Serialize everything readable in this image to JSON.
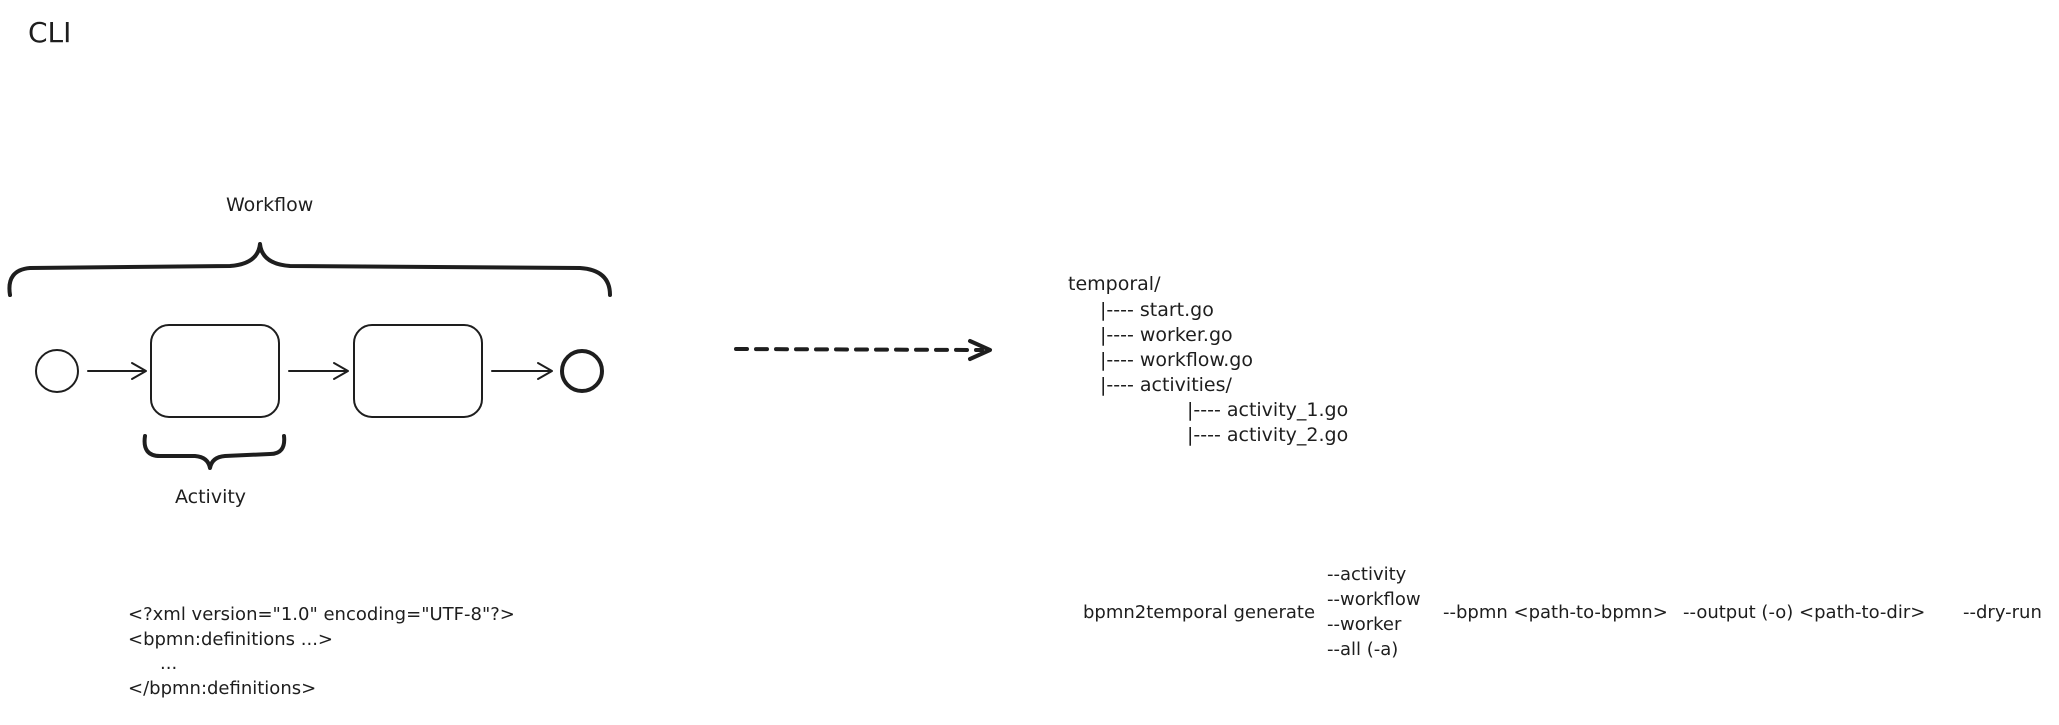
{
  "title": "CLI",
  "workflow_label": "Workflow",
  "activity_label": "Activity",
  "tree": {
    "root": "temporal/",
    "items": [
      "|---- start.go",
      "|---- worker.go",
      "|---- workflow.go",
      "|---- activities/"
    ],
    "subitems": [
      "|---- activity_1.go",
      "|---- activity_2.go"
    ]
  },
  "xml": {
    "lines": [
      "<?xml version=\"1.0\" encoding=\"UTF-8\"?>",
      "<bpmn:definitions ...>",
      "...",
      "</bpmn:definitions>"
    ]
  },
  "command": {
    "base": "bpmn2temporal generate",
    "options": [
      "--activity",
      "--workflow",
      "--worker",
      "--all (-a)"
    ],
    "bpmn_arg": "--bpmn <path-to-bpmn>",
    "output_arg": "--output (-o) <path-to-dir>",
    "dry_run": "--dry-run"
  },
  "colors": {
    "ink": "#1e1e1e",
    "background": "#ffffff"
  }
}
